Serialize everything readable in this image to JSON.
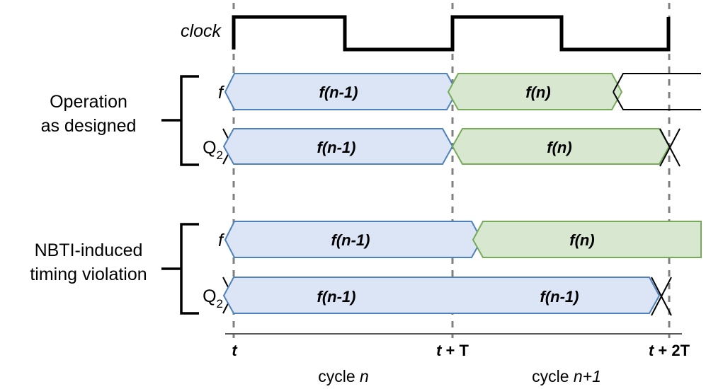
{
  "figure": {
    "type": "timing-diagram",
    "title": "NBTI-induced timing violation timing diagram",
    "colors": {
      "blue_fill": "#dbe5f6",
      "blue_stroke": "#4f81bd",
      "green_fill": "#d8e8d0",
      "green_stroke": "#77ab59",
      "clock_stroke": "#000000",
      "dashed_marker": "#808080",
      "axis_stroke": "#595959"
    }
  },
  "clock": {
    "label": "clock",
    "waveform": "rise at t, fall mid-cycle n, rise at t+T, fall mid-cycle n+1, rise at t+2T"
  },
  "groups": [
    {
      "id": "designed",
      "label_line1": "Operation",
      "label_line2": "as designed",
      "signals": [
        {
          "name": "f",
          "style": "italic",
          "segments": [
            {
              "value": "f(n-1)",
              "color": "blue",
              "start": "t",
              "end": "t+T"
            },
            {
              "value": "f(n)",
              "color": "green",
              "start": "t+T",
              "end": "t+2T"
            },
            {
              "value": "",
              "color": "none",
              "start": "t+2T",
              "end": "end"
            }
          ]
        },
        {
          "name": "Q",
          "sub": "2",
          "style": "upright",
          "segments": [
            {
              "value": "f(n-1)",
              "color": "blue",
              "start": "t",
              "end": "t+T"
            },
            {
              "value": "f(n)",
              "color": "green",
              "start": "t+T",
              "end": "t+2T"
            }
          ]
        }
      ]
    },
    {
      "id": "nbti",
      "label_line1": "NBTI-induced",
      "label_line2": "timing violation",
      "signals": [
        {
          "name": "f",
          "style": "italic",
          "segments": [
            {
              "value": "f(n-1)",
              "color": "blue",
              "start": "t",
              "end": "after t+T"
            },
            {
              "value": "f(n)",
              "color": "green",
              "start": "after t+T",
              "end": "t+2T"
            }
          ]
        },
        {
          "name": "Q",
          "sub": "2",
          "style": "upright",
          "segments": [
            {
              "value": "f(n-1)",
              "color": "blue",
              "start": "t",
              "end": "t+T"
            },
            {
              "value": "f(n-1)",
              "color": "blue",
              "start": "t+T",
              "end": "t+2T"
            }
          ]
        }
      ]
    }
  ],
  "bus_labels": {
    "top_f_1": "f(n-1)",
    "top_f_2": "f(n)",
    "top_q_1": "f(n-1)",
    "top_q_2": "f(n)",
    "bot_f_1": "f(n-1)",
    "bot_f_2": "f(n)",
    "bot_q_1": "f(n-1)",
    "bot_q_2": "f(n-1)"
  },
  "axis": {
    "markers": [
      {
        "id": "t0",
        "italic": "t",
        "upright": ""
      },
      {
        "id": "t1",
        "italic": "t",
        "upright": " + T"
      },
      {
        "id": "t2",
        "italic": "t",
        "upright": " + 2T"
      }
    ],
    "cycles": [
      {
        "id": "cycle-n",
        "prefix": "cycle ",
        "italic": "n"
      },
      {
        "id": "cycle-n1",
        "prefix": "cycle ",
        "italic": "n+1"
      }
    ]
  },
  "signal_names": {
    "f": "f",
    "Q": "Q",
    "Qsub": "2"
  }
}
